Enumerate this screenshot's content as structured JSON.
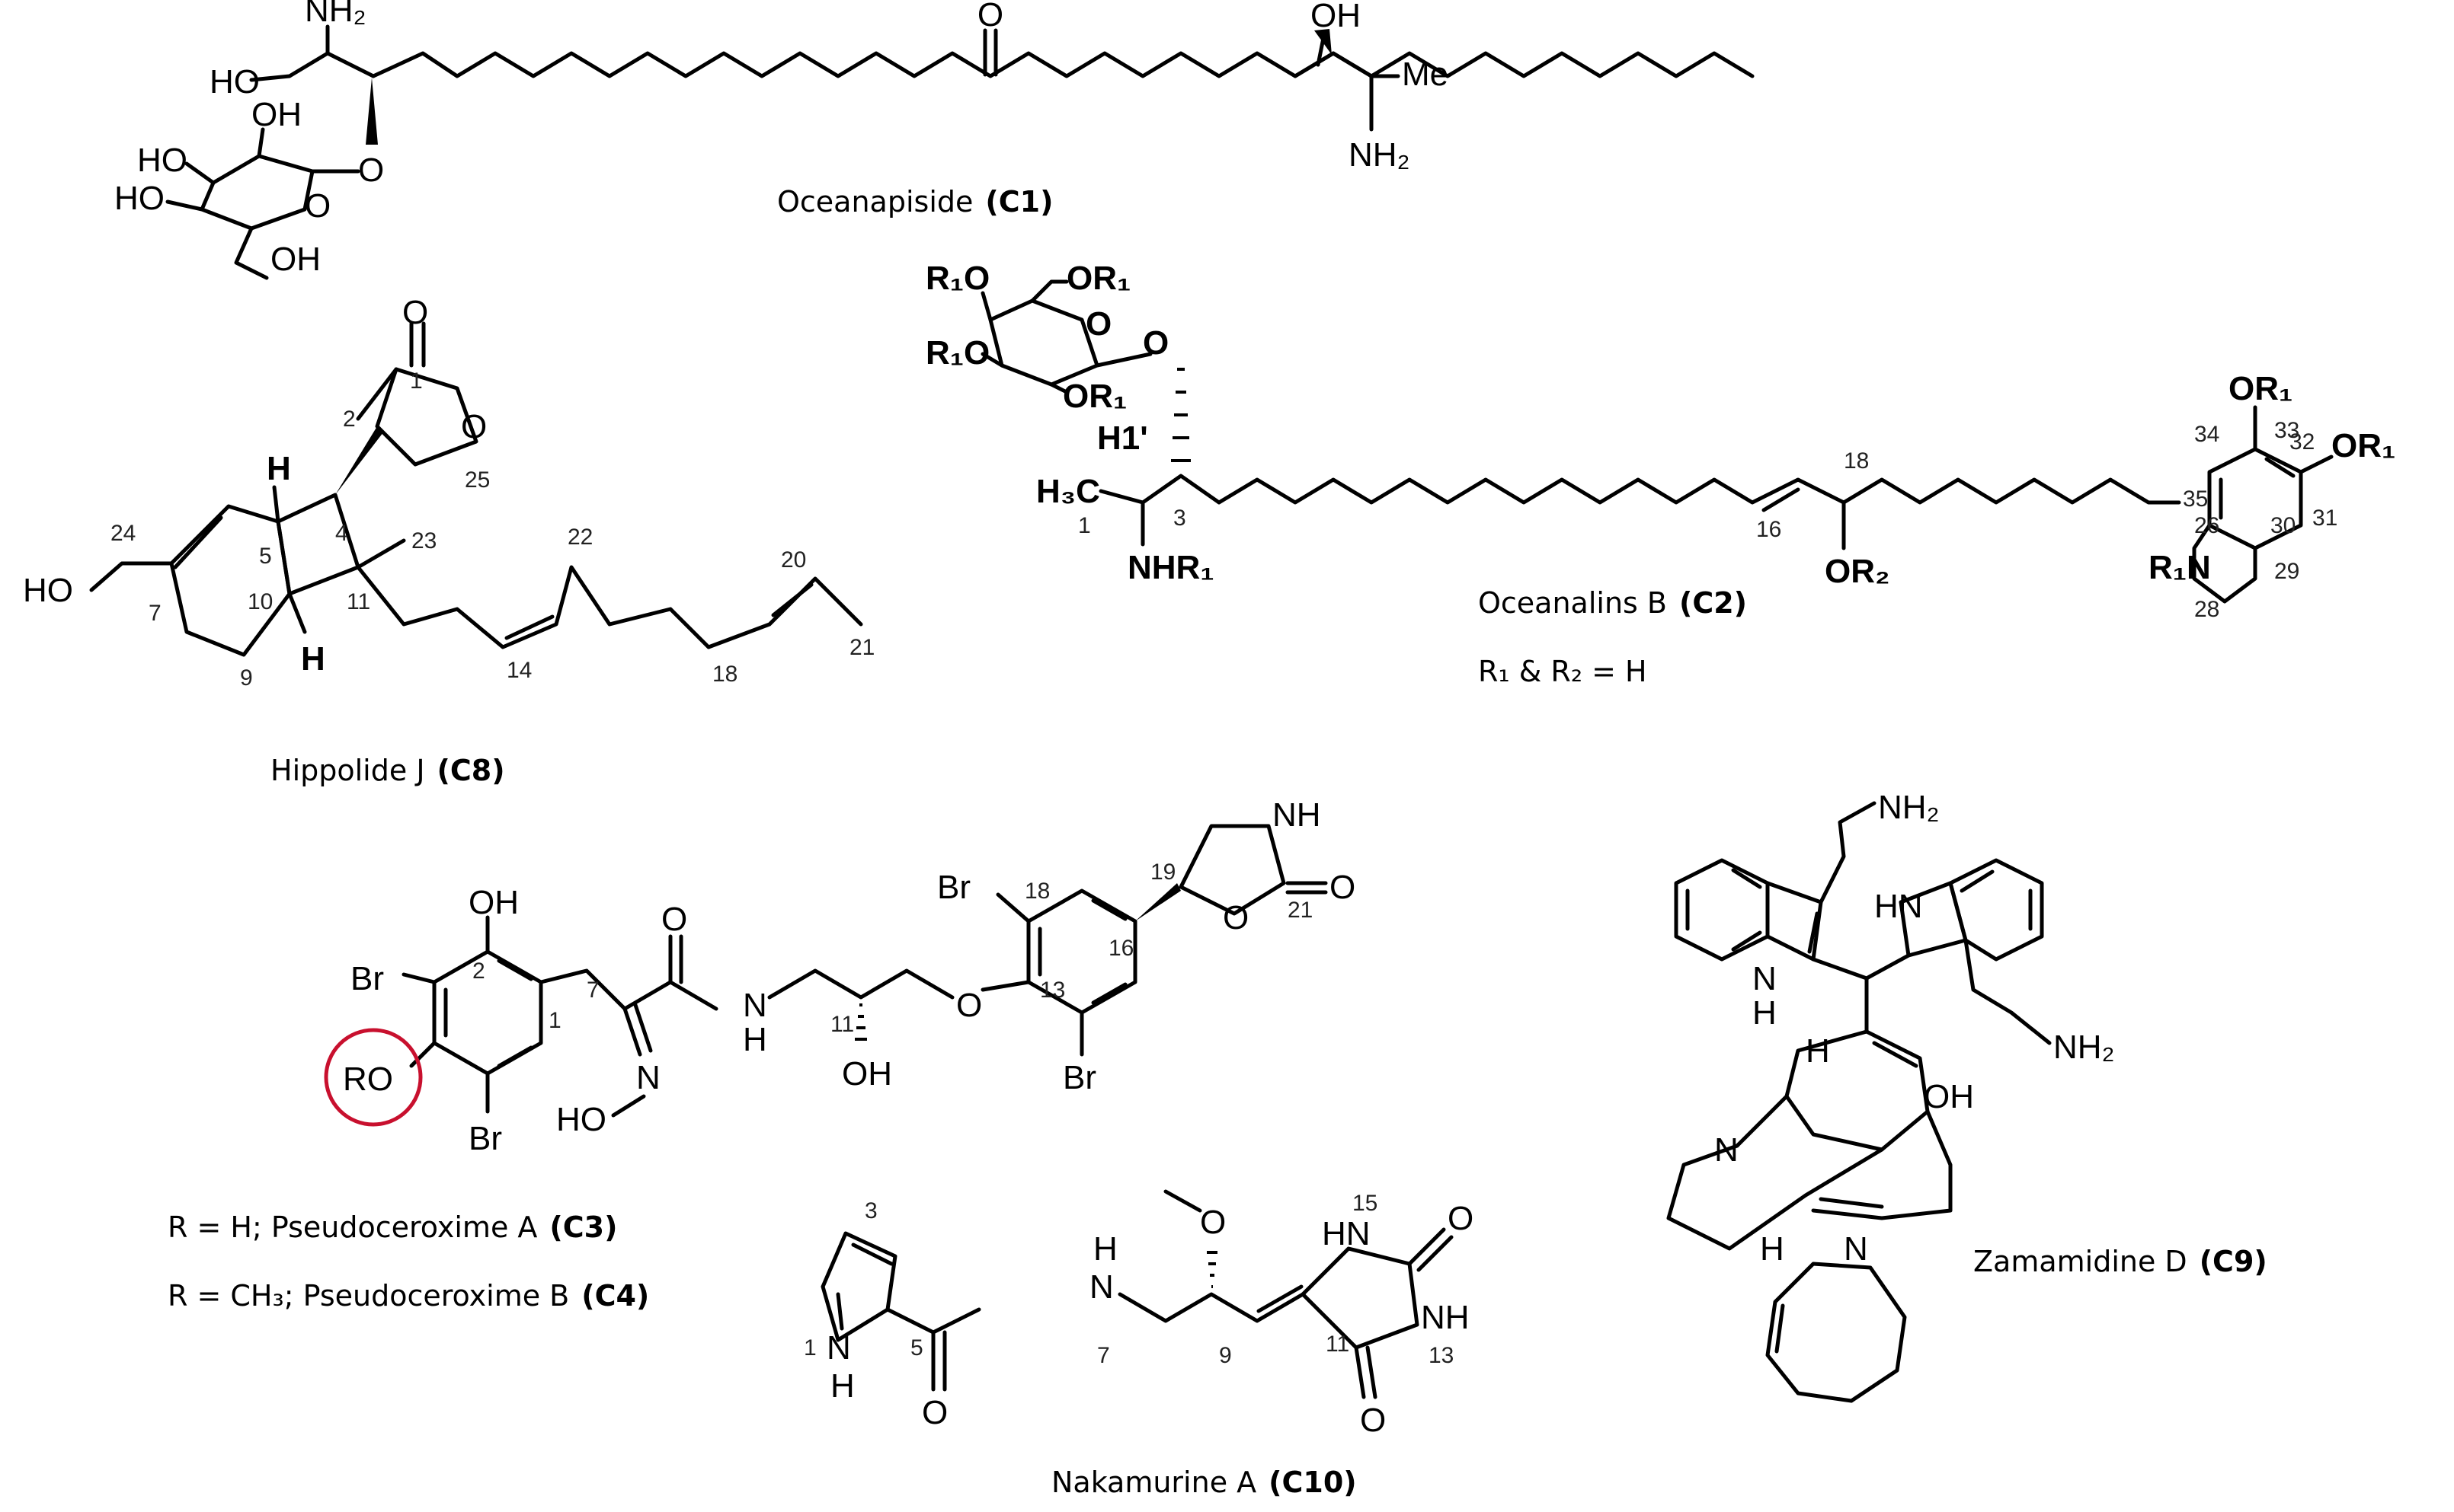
{
  "compounds": {
    "c1": {
      "name": "Oceanapiside",
      "code": "(C1)",
      "labels": {
        "nh2_top": "NH₂",
        "ho": "HO",
        "oh_top": "OH",
        "o_ring": "O",
        "o_link": "O",
        "ho_1": "HO",
        "ho_2": "HO",
        "oh_bottom": "OH",
        "carbonyl_o": "O",
        "oh_right": "OH",
        "me": "Me",
        "nh2_right": "NH₂"
      }
    },
    "c2": {
      "name": "Oceanalins B",
      "code": "(C2)",
      "substituents": "R₁ & R₂ = H",
      "labels": {
        "r1o_top": "R₁O",
        "or1_top": "OR₁",
        "r1o_mid": "R₁O",
        "o_ring": "O",
        "or1_ring": "OR₁",
        "o_link": "O",
        "h1p": "H1'",
        "h3c": "H₃C",
        "nhr1": "NHR₁",
        "or2": "OR₂",
        "or1_arom1": "OR₁",
        "or1_arom2": "OR₁",
        "r1n": "R₁N"
      },
      "locants": [
        "1",
        "3",
        "16",
        "18",
        "34",
        "33",
        "32",
        "35",
        "31",
        "30",
        "26",
        "29",
        "28"
      ]
    },
    "c8": {
      "name": "Hippolide J",
      "code": "(C8)",
      "labels": {
        "o_carbonyl": "O",
        "o_ring": "O",
        "h_top": "H",
        "h_bottom": "H",
        "ho": "HO"
      },
      "locants": [
        "1",
        "2",
        "25",
        "4",
        "5",
        "24",
        "7",
        "23",
        "22",
        "20",
        "10",
        "11",
        "9",
        "14",
        "18",
        "21"
      ]
    },
    "c3_c4": {
      "r_h_text": "R = H; Pseudoceroxime A",
      "r_h_code": "(C3)",
      "r_ch3_text": "R = CH₃; Pseudoceroxime B",
      "r_ch3_code": "(C4)",
      "labels": {
        "oh_top": "OH",
        "br_1": "Br",
        "ro": "RO",
        "br_2": "Br",
        "o_amide": "O",
        "n_oxime": "N",
        "ho_oxime": "HO",
        "nh_amide": "N",
        "h_amide": "H",
        "oh_mid": "OH",
        "o_ether": "O",
        "br_3": "Br",
        "br_4": "Br",
        "nh_ring": "NH",
        "o_carb": "O",
        "o_ring": "O"
      },
      "locants": [
        "2",
        "1",
        "7",
        "11",
        "13",
        "16",
        "18",
        "19",
        "21"
      ]
    },
    "c9": {
      "name": "Zamamidine D",
      "code": "(C9)",
      "labels": {
        "nh2_top": "NH₂",
        "hn_right": "HN",
        "nh_left": "N",
        "h_left": "H",
        "nh2_right": "NH₂",
        "h_mid": "H",
        "oh": "OH",
        "n_ring": "N",
        "h_low": "H",
        "n_low": "N"
      }
    },
    "c10": {
      "name": "Nakamurine A",
      "code": "(C10)",
      "labels": {
        "o_methoxy": "O",
        "n_pyrrole": "N",
        "h_pyrrole": "H",
        "h_amide": "H",
        "n_amide": "N",
        "o_amide": "O",
        "hn_15": "HN",
        "o_top": "O",
        "nh_13": "NH",
        "o_bottom": "O"
      },
      "locants": [
        "3",
        "1",
        "5",
        "7",
        "9",
        "11",
        "15",
        "13"
      ]
    }
  }
}
